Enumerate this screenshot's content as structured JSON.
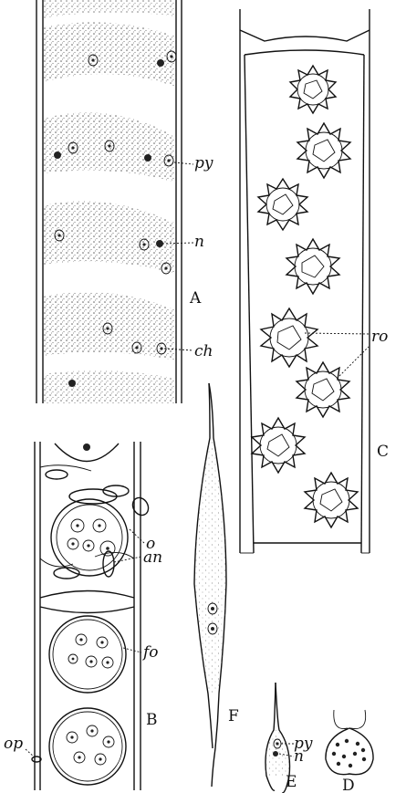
{
  "panels": {
    "A": {
      "panel_label": "A",
      "labels": {
        "py": "py",
        "n": "n",
        "ch": "ch"
      }
    },
    "B": {
      "panel_label": "B",
      "labels": {
        "o": "o",
        "an": "an",
        "fo": "fo",
        "op": "op"
      }
    },
    "C": {
      "panel_label": "C",
      "labels": {
        "ro": "ro"
      }
    },
    "D": {
      "panel_label": "D"
    },
    "E": {
      "panel_label": "E",
      "labels": {
        "py": "py",
        "n": "n"
      }
    },
    "F": {
      "panel_label": "F"
    }
  },
  "colors": {
    "ink": "#111111",
    "stipple": "#555555",
    "background": "#ffffff"
  }
}
